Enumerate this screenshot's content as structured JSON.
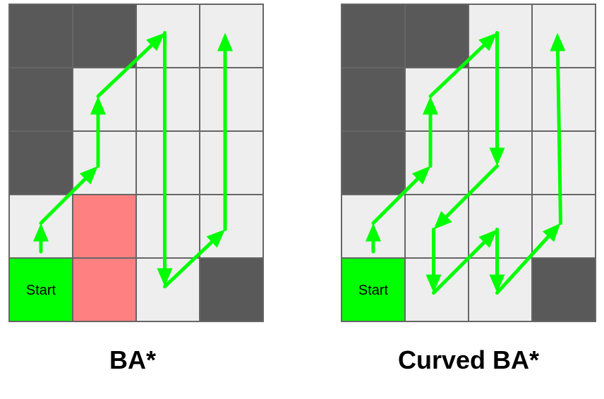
{
  "colors": {
    "obstacle": "#595959",
    "free": "#eeeeee",
    "start": "#00ff00",
    "visited": "#ff8080",
    "border": "#666666",
    "path": "#00ff00"
  },
  "diagrams": [
    {
      "caption": "BA*",
      "start_label": "Start",
      "rows": 5,
      "cols": 4,
      "cells": [
        [
          "obstacle",
          "obstacle",
          "free",
          "free"
        ],
        [
          "obstacle",
          "free",
          "free",
          "free"
        ],
        [
          "obstacle",
          "free",
          "free",
          "free"
        ],
        [
          "free",
          "visited",
          "free",
          "free"
        ],
        [
          "start",
          "visited",
          "free",
          "obstacle"
        ]
      ],
      "path": [
        [
          0.5,
          3.9
        ],
        [
          0.5,
          3.45
        ],
        [
          1.4,
          2.55
        ],
        [
          1.4,
          1.45
        ],
        [
          2.45,
          0.45
        ],
        [
          2.45,
          4.45
        ],
        [
          3.4,
          3.55
        ],
        [
          3.4,
          0.45
        ]
      ]
    },
    {
      "caption": "Curved BA*",
      "start_label": "Start",
      "rows": 5,
      "cols": 4,
      "cells": [
        [
          "obstacle",
          "obstacle",
          "free",
          "free"
        ],
        [
          "obstacle",
          "free",
          "free",
          "free"
        ],
        [
          "obstacle",
          "free",
          "free",
          "free"
        ],
        [
          "free",
          "free",
          "free",
          "free"
        ],
        [
          "start",
          "free",
          "free",
          "obstacle"
        ]
      ],
      "path": [
        [
          0.5,
          3.9
        ],
        [
          0.5,
          3.45
        ],
        [
          1.4,
          2.55
        ],
        [
          1.4,
          1.45
        ],
        [
          2.45,
          0.45
        ],
        [
          2.45,
          2.55
        ],
        [
          1.45,
          3.55
        ],
        [
          1.45,
          4.55
        ],
        [
          2.45,
          3.55
        ],
        [
          2.45,
          4.55
        ],
        [
          3.45,
          3.45
        ],
        [
          3.4,
          0.45
        ]
      ]
    }
  ]
}
